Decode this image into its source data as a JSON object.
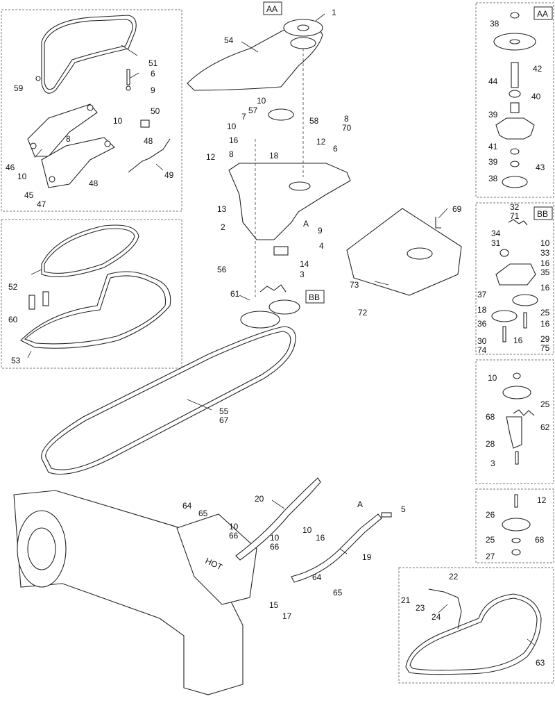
{
  "callout_tags": [
    "AA",
    "AA",
    "BB",
    "BB"
  ],
  "callout_A": [
    "A",
    "A"
  ],
  "labels": {
    "p1": "1",
    "p2": "2",
    "p3a": "3",
    "p3b": "3",
    "p4": "4",
    "p5": "5",
    "p6a": "6",
    "p6b": "6",
    "p7": "7",
    "p8a": "8",
    "p8b": "8",
    "p8c": "8",
    "p9a": "9",
    "p9b": "9",
    "p10a": "10",
    "p10b": "10",
    "p10c": "10",
    "p10d": "10",
    "p10e": "10",
    "p10f": "10",
    "p10g": "10",
    "p10h": "10",
    "p10i": "10",
    "p12a": "12",
    "p12b": "12",
    "p12c": "12",
    "p13": "13",
    "p14": "14",
    "p15": "15",
    "p16a": "16",
    "p16b": "16",
    "p16c": "16",
    "p16d": "16",
    "p16e": "16",
    "p17": "17",
    "p18a": "18",
    "p18b": "18",
    "p19": "19",
    "p20": "20",
    "p21": "21",
    "p22": "22",
    "p23": "23",
    "p24": "24",
    "p25a": "25",
    "p25b": "25",
    "p25c": "25",
    "p26": "26",
    "p27": "27",
    "p28": "28",
    "p29": "29",
    "p30": "30",
    "p31": "31",
    "p32": "32",
    "p33": "33",
    "p34": "34",
    "p35": "35",
    "p36": "36",
    "p37": "37",
    "p38a": "38",
    "p38b": "38",
    "p39a": "39",
    "p39b": "39",
    "p40": "40",
    "p41": "41",
    "p42": "42",
    "p43": "43",
    "p44": "44",
    "p45": "45",
    "p46": "46",
    "p47": "47",
    "p48a": "48",
    "p48b": "48",
    "p49": "49",
    "p50": "50",
    "p51": "51",
    "p52": "52",
    "p53": "53",
    "p54": "54",
    "p55": "55",
    "p56": "56",
    "p57": "57",
    "p58": "58",
    "p59": "59",
    "p60": "60",
    "p61": "61",
    "p62": "62",
    "p63": "63",
    "p64a": "64",
    "p64b": "64",
    "p65a": "65",
    "p65b": "65",
    "p66a": "66",
    "p66b": "66",
    "p67": "67",
    "p68a": "68",
    "p68b": "68",
    "p69": "69",
    "p70": "70",
    "p71": "71",
    "p72": "72",
    "p73": "73",
    "p74": "74",
    "p75": "75"
  },
  "decal_text": "HOT"
}
